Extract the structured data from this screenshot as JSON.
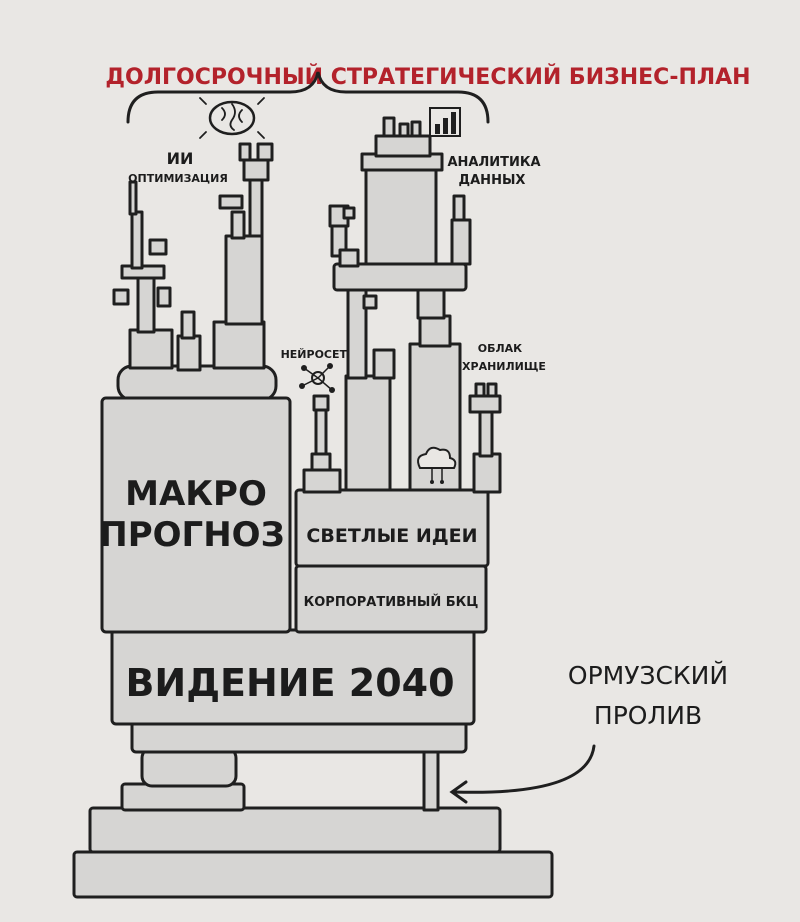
{
  "colors": {
    "title": "#b3222b",
    "ink": "#1f1f1f",
    "block": "#d6d5d3",
    "paper": "#e9e7e4"
  },
  "diagram": {
    "title": "ДОЛГОСРОЧНЫЙ СТРАТЕГИЧЕСКИЙ БИЗНЕС-ПЛАН",
    "labels": {
      "ai_line1": "ИИ",
      "ai_line2": "ОПТИМИЗАЦИЯ",
      "analytics_line1": "АНАЛИТИКА",
      "analytics_line2": "ДАННЫХ",
      "neural": "НЕЙРОСЕТЬ",
      "cloud_line1": "ОБЛАК",
      "cloud_line2": "ХРАНИЛИЩЕ",
      "macro_line1": "МАКРО",
      "macro_line2": "ПРОГНОЗ",
      "bright_ideas": "СВЕТЛЫЕ ИДЕИ",
      "corporate": "КОРПОРАТИВНЫЙ БКЦ",
      "vision": "ВИДЕНИЕ 2040",
      "hormuz_line1": "ОРМУЗСКИЙ",
      "hormuz_line2": "ПРОЛИВ"
    },
    "icons": [
      "brain-icon",
      "bar-chart-icon",
      "neural-network-icon",
      "cloud-icon"
    ]
  }
}
